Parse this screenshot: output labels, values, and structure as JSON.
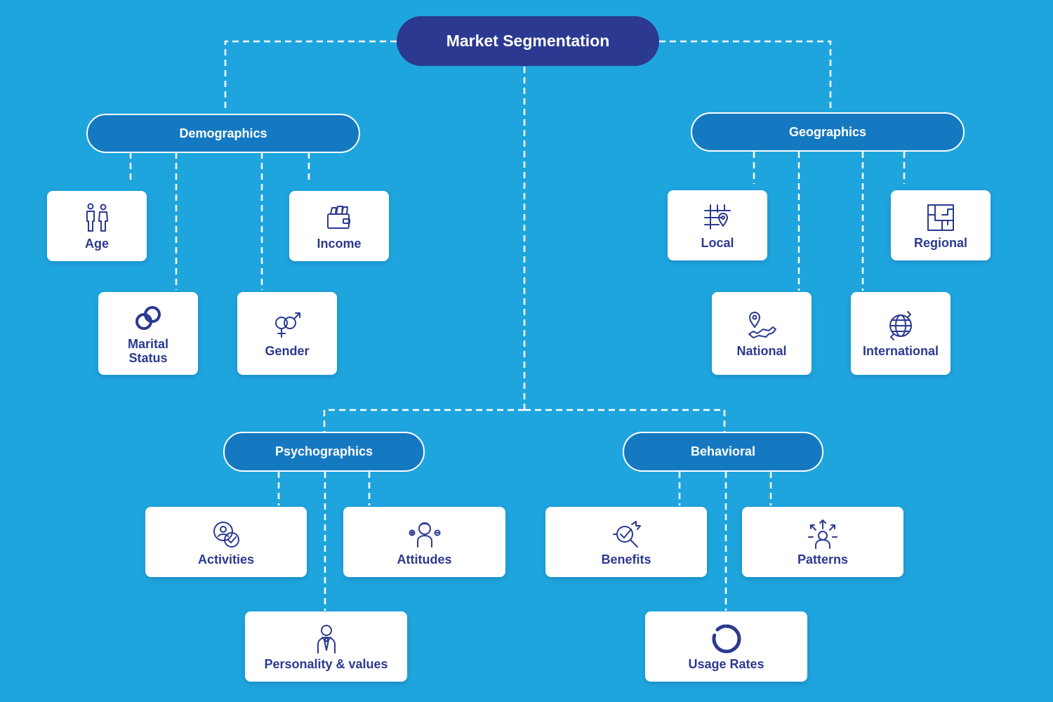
{
  "root": {
    "label": "Market Segmentation"
  },
  "categories": {
    "demographics": {
      "label": "Demographics",
      "items": {
        "age": "Age",
        "income": "Income",
        "marital_status": "Marital\nStatus",
        "gender": "Gender"
      }
    },
    "geographics": {
      "label": "Geographics",
      "items": {
        "local": "Local",
        "regional": "Regional",
        "national": "National",
        "international": "International"
      }
    },
    "psychographics": {
      "label": "Psychographics",
      "items": {
        "activities": "Activities",
        "attitudes": "Attitudes",
        "personality_values": "Personality & values"
      }
    },
    "behavioral": {
      "label": "Behavioral",
      "items": {
        "benefits": "Benefits",
        "patterns": "Patterns",
        "usage_rates": "Usage Rates"
      }
    }
  },
  "icons": {
    "age": "people-icon",
    "income": "wallet-icon",
    "marital_status": "rings-icon",
    "gender": "gender-symbols-icon",
    "local": "city-map-pin-icon",
    "regional": "region-map-icon",
    "national": "country-map-pin-icon",
    "international": "globe-icon",
    "activities": "activity-check-icon",
    "attitudes": "face-options-icon",
    "personality_values": "businessman-icon",
    "benefits": "target-magnifier-icon",
    "patterns": "person-arrows-icon",
    "usage_rates": "donut-ring-icon"
  },
  "colors": {
    "background": "#1fa5de",
    "root_fill": "#2b3990",
    "category_fill": "#1579c2",
    "leaf_fill": "#ffffff",
    "text_dark": "#2b3990"
  }
}
